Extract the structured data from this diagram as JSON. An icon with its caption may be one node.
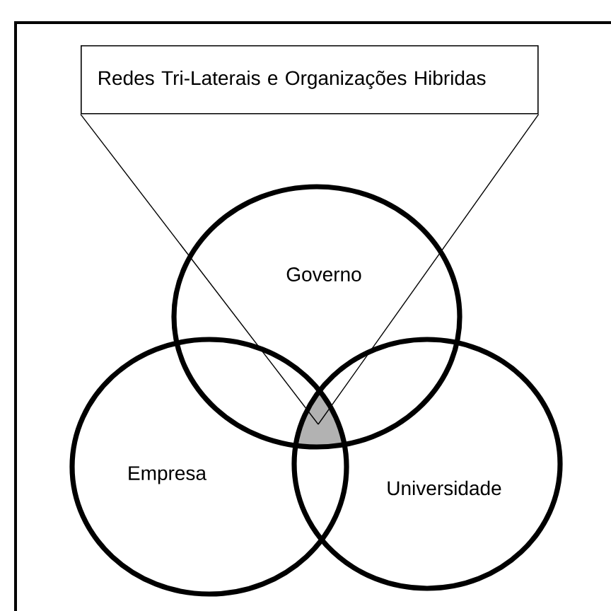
{
  "diagram": {
    "nodes": [
      {
        "text": [
          "Redes Tri-Laterais e Organizações Hibridas"
        ]
      },
      {
        "text": [
          "Governo"
        ]
      },
      {
        "text": [
          "Empresa"
        ]
      },
      {
        "text": [
          "Universidade"
        ]
      },
      {
        "text": [],
        "shape": "triangle"
      }
    ],
    "edges": [
      {
        "from": 0,
        "to": 4,
        "arrow": "none"
      },
      {
        "from": 0,
        "to": 4,
        "arrow": "none"
      }
    ]
  }
}
